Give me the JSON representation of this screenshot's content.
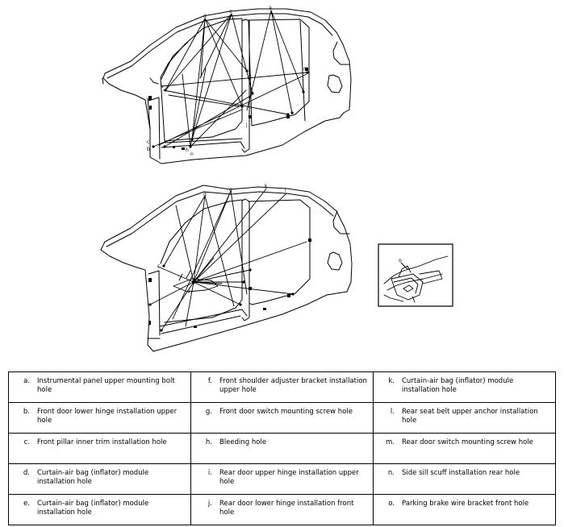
{
  "figure_labels": {
    "top": [
      "a",
      "b",
      "c",
      "d",
      "e",
      "h",
      "i",
      "j",
      "k",
      "m",
      "n"
    ],
    "bottom": [
      "c",
      "d",
      "g",
      "k",
      "l",
      "o"
    ],
    "inset": [
      "o"
    ]
  },
  "legend": {
    "rows": [
      [
        {
          "letter": "a.",
          "text": "Instrumental panel upper mounting bolt hole"
        },
        {
          "letter": "f.",
          "text": "Front shoulder adjuster bracket installation upper hole"
        },
        {
          "letter": "k.",
          "text": "Curtain-air bag (inflator) module installation hole"
        }
      ],
      [
        {
          "letter": "b.",
          "text": "Front door lower hinge installation upper hole"
        },
        {
          "letter": "g.",
          "text": "Front door switch mounting screw hole"
        },
        {
          "letter": "l.",
          "text": "Rear seat belt upper anchor installation hole"
        }
      ],
      [
        {
          "letter": "c.",
          "text": "Front pillar inner trim installation hole"
        },
        {
          "letter": "h.",
          "text": "Bleeding hole"
        },
        {
          "letter": "m.",
          "text": "Rear door switch mounting screw hole"
        }
      ],
      [
        {
          "letter": "d.",
          "text": "Curtain-air bag (inflator) module installation hole"
        },
        {
          "letter": "i.",
          "text": "Rear door upper hinge installation upper hole"
        },
        {
          "letter": "n.",
          "text": "Side sill scuff installation rear hole"
        }
      ],
      [
        {
          "letter": "e.",
          "text": "Curtain-air bag (inflator) module installation hole"
        },
        {
          "letter": "j.",
          "text": "Rear door lower hinge installation front hole"
        },
        {
          "letter": "o.",
          "text": "Parking brake wire bracket front hole"
        }
      ]
    ]
  }
}
